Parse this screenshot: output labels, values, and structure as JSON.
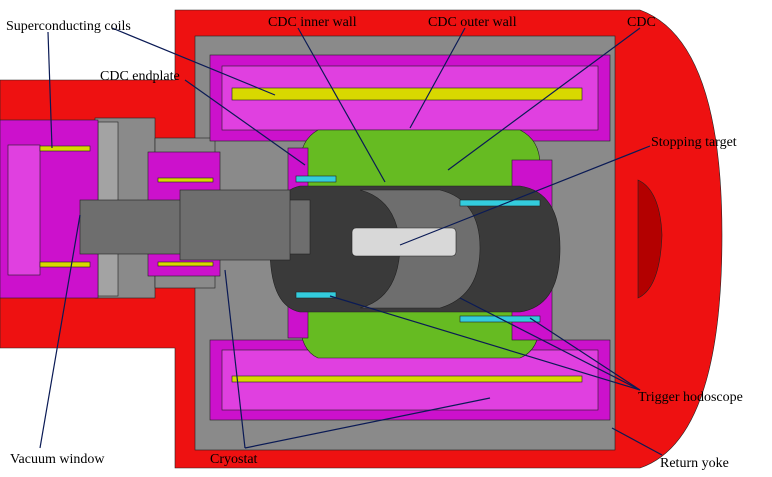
{
  "labels": {
    "superconducting_coils": "Superconducting coils",
    "cdc_inner_wall": "CDC inner wall",
    "cdc_outer_wall": "CDC outer wall",
    "cdc": "CDC",
    "cdc_endplate": "CDC endplate",
    "stopping_target": "Stopping target",
    "trigger_hodoscope": "Trigger hodoscope",
    "vacuum_window": "Vacuum window",
    "cryostat": "Cryostat",
    "return_yoke": "Return yoke"
  },
  "colors": {
    "return_yoke": "#ee1111",
    "return_yoke_shade": "#b30000",
    "steel": "#8a8a8a",
    "steel_light": "#a3a3a3",
    "cryostat": "#cc11cc",
    "cryostat_light": "#e040e0",
    "coil": "#d8d800",
    "cdc_gas": "#66bb22",
    "inner_cylinder": "#3a3a3a",
    "beam_pipe": "#6e6e6e",
    "target": "#d8d8d8",
    "hodoscope": "#33ccdd",
    "leader": "#0a1a55"
  }
}
